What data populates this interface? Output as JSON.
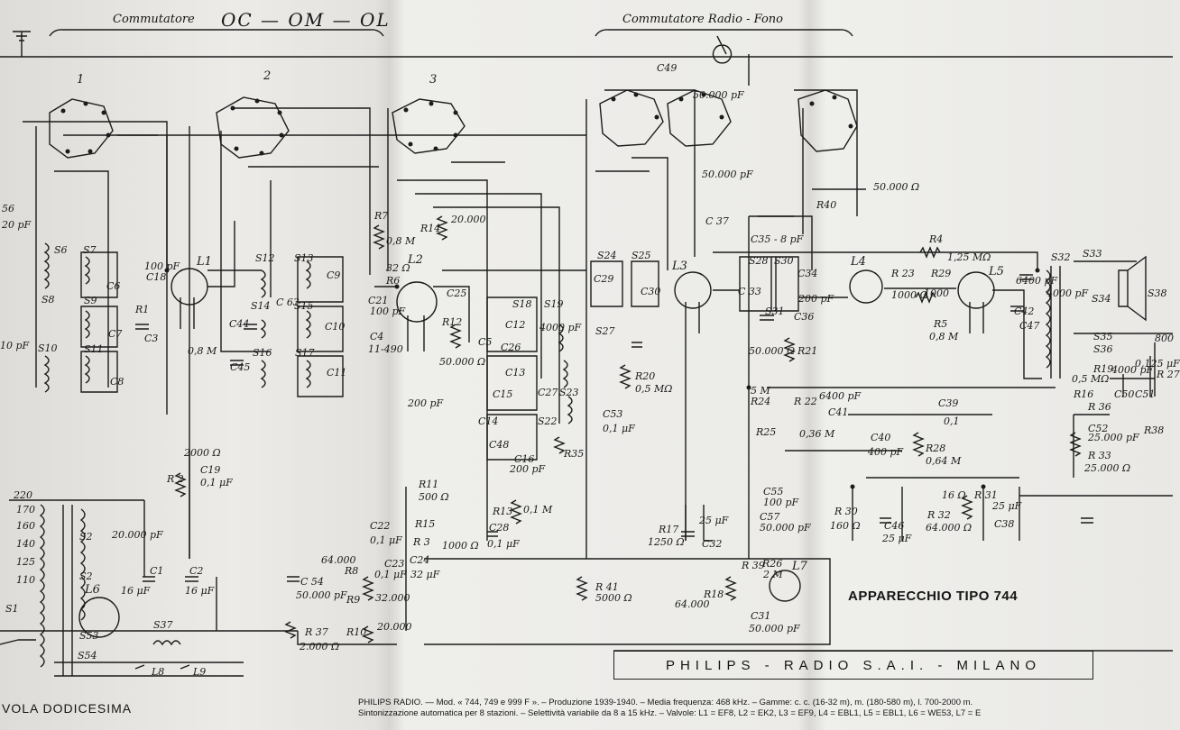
{
  "header": {
    "switch_a": "Commutatore",
    "switch_a_bands": "OC — OM — OL",
    "switch_b": "Commutatore Radio - Fono"
  },
  "title": "APPARECCHIO TIPO 744",
  "manufacturer": "PHILIPS - RADIO S.A.I. - MILANO",
  "caption_left": "VOLA DODICESIMA",
  "footer": {
    "line1": "PHILIPS RADIO. — Mod. « 744, 749 e 999 F ». – Produzione 1939-1940. – Media frequenza: 468 kHz. – Gamme: c. c. (16-32 m), m. (180-580 m), l. 700-2000 m.",
    "line2": "Sintonizzazione automatica per 8 stazioni. – Selettività variabile da 8 a 15 kHz. – Valvole: L1 = EF8, L2 = EK2, L3 = EF9, L4 = EBL1, L5 = EBL1, L6 = WE53, L7 = E"
  },
  "switch_numbers": [
    "1",
    "2",
    "3"
  ],
  "tubes": [
    "L1",
    "L2",
    "L3",
    "L4",
    "L5",
    "L6",
    "L7"
  ],
  "labels": {
    "c49": "C49",
    "c49v": "50.000 pF",
    "r40": "R40",
    "r40v": "50.000 Ω",
    "s56": "56",
    "s56v": "20 pF",
    "s6": "S6",
    "s7": "S7",
    "c6": "C6",
    "s8": "S8",
    "s9": "S9",
    "c7": "C7",
    "s10": "S10",
    "s11": "S11",
    "c8": "C8",
    "c18": "C18",
    "c18v": "100 pF",
    "r1": "R1",
    "c3": "C3",
    "r1v": "0,8 M",
    "s12": "S12",
    "s13": "S13",
    "c9": "C9",
    "s14": "S14",
    "c63": "C 63",
    "s15": "S15",
    "c10": "C10",
    "c44": "C44",
    "c45": "C45",
    "s16": "S16",
    "s17": "S17",
    "c11": "C11",
    "r7": "R7",
    "r7v": "0,8 M",
    "r6": "R6",
    "r6v": "32 Ω",
    "c21": "C21",
    "c21v": "100 pF",
    "c4": "C4",
    "c4v": "11-490",
    "r14": "R14",
    "r14v": "20.000",
    "c25": "C25",
    "r12": "R12",
    "r12v": "50.000 Ω",
    "c5": "C5",
    "s18": "S18",
    "c12": "C12",
    "c26": "C26",
    "c26v": "4000 pF",
    "c13": "C13",
    "c15": "C15",
    "c27": "C27",
    "s19": "S19",
    "s23": "S23",
    "c14": "C14",
    "s22": "S22",
    "c48": "C48",
    "c16": "C16",
    "c16v": "200 pF",
    "r35": "R35",
    "c200": "200 pF",
    "s24": "S24",
    "c29": "C29",
    "s25": "S25",
    "c30": "C30",
    "s27": "S27",
    "r20": "R20",
    "r20v": "0,5 MΩ",
    "c53": "C53",
    "c53v": "0,1 μF",
    "c37": "C 37",
    "c37v": "50.000 pF",
    "c35": "C35 - 8 pF",
    "s28": "S28",
    "s30": "S30",
    "c34": "C34",
    "c33": "C 33",
    "s31": "S31",
    "c36": "C36",
    "c36v": "200 pF",
    "r21": "R21",
    "r21v": "50.000 Ω",
    "r4": "R4",
    "r4v": "1,25 MΩ",
    "r23": "R 23",
    "r23v": "1000 Ω",
    "r29": "R29",
    "r29v": "1000",
    "r5": "R5",
    "r5v": "0,8 M",
    "c42": "C42",
    "c42v": "6400 pF",
    "c47": "C47",
    "c47v": "4000 pF",
    "s32": "S32",
    "s33": "S33",
    "s34": "S34",
    "s38": "S38",
    "s35": "S35",
    "s36": "S36",
    "r19": "R19",
    "r19v": "0,5 MΩ",
    "r16": "R16",
    "c50": "C50",
    "c50v": "4000 pF",
    "c51": "C51",
    "c51v": "0,125 μF",
    "r27": "R 27",
    "r27v": "800",
    "c2000": "2000 Ω",
    "c19": "C19",
    "c19v": "0,1 μF",
    "r2": "R 2",
    "c1": "C1",
    "c1v": "16 μF",
    "c2": "C2",
    "c2v": "16 μF",
    "c20": "20.000 pF",
    "s2": "S2",
    "s2b": "S2",
    "c54": "C 54",
    "c54v": "50.000 pF",
    "r37": "R 37",
    "r37v": "2.000 Ω",
    "c22": "C22",
    "c22v": "0,1 μF",
    "r15": "R15",
    "r3": "R 3",
    "r3v": "1000 Ω",
    "c24": "C24",
    "r8": "R8",
    "r8v": "64.000",
    "c23": "C23",
    "c23v": "0,1 μF",
    "c24v": "32 μF",
    "r9": "R9",
    "r9v": "32.000",
    "r10": "R10",
    "r10v": "20.000",
    "r11": "R11",
    "r11v": "500 Ω",
    "r13": "R13",
    "r13v": "0,1 M",
    "c28": "C28",
    "c28v": "0,1 μF",
    "r41": "R 41",
    "r41v": "5000 Ω",
    "r17": "R17",
    "r17v": "1250 Ω",
    "c32": "C32",
    "c32v": "25 μF",
    "r18": "R18",
    "r18v": "64.000",
    "r39": "R 39",
    "r26": "R26",
    "r26v": "2 M",
    "c31": "C31",
    "c31v": "50.000 pF",
    "c55": "C55",
    "c55v": "100 pF",
    "c57": "C57",
    "c57v": "50.000 pF",
    "r24": "R24",
    "r24v": "5 M",
    "r25": "R25",
    "r22": "R 22",
    "r22v": "0,36 M",
    "c41": "C41",
    "c41v": "6400 pF",
    "c39": "C39",
    "c39v": "0,1",
    "c40": "C40",
    "c40v": "400 pF",
    "r28": "R28",
    "r28v": "0,64 M",
    "r30": "R 30",
    "r30v": "160 Ω",
    "c46": "C46",
    "c46v": "25 μF",
    "r32": "R 32",
    "r32v": "64.000 Ω",
    "r31": "R 31",
    "r31v": "16 Ω",
    "c38": "C38",
    "c38v": "25 μF",
    "r36": "R 36",
    "c52": "C52",
    "c52v": "25.000 pF",
    "r33": "R 33",
    "r33v": "25.000 Ω",
    "r38": "R38",
    "t220": "220",
    "t170": "170",
    "t160": "160",
    "t140": "140",
    "t125": "125",
    "t110": "110",
    "s1": "S1",
    "s53": "S53",
    "s37": "S37",
    "s54": "S54",
    "l8": "L8",
    "l9": "L9",
    "c10pf": "10 pF"
  }
}
